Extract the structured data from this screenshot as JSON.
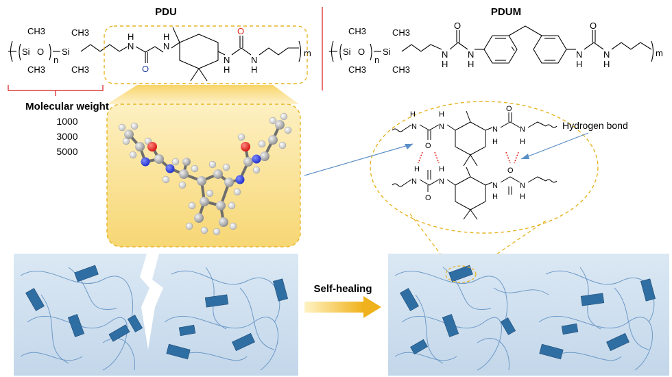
{
  "titles": {
    "pdu": "PDU",
    "pdum": "PDUM"
  },
  "molecular_weight": {
    "label": "Molecular weight",
    "values": [
      "1000",
      "3000",
      "5000"
    ]
  },
  "labels": {
    "hydrogen_bond": "Hydrogen bond",
    "self_healing": "Self-healing",
    "repeat_m": "m",
    "repeat_n": "n"
  },
  "atoms": {
    "si": "Si",
    "o": "O",
    "ch3": "CH3",
    "n": "N",
    "h": "H"
  },
  "colors": {
    "accent_gold": "#e6b422",
    "bracket_red": "#d7191c",
    "arrow_blue": "#5b8fc7",
    "panel_blue": "#cfe0ef",
    "block_blue": "#2f6ea3"
  }
}
